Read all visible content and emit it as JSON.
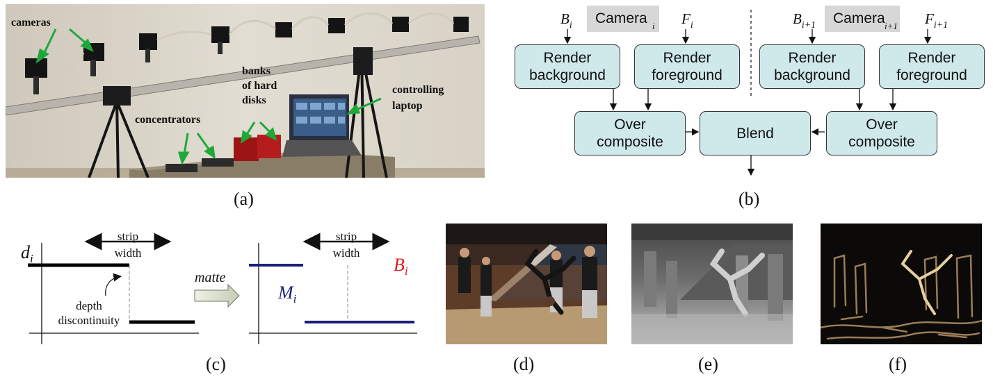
{
  "panel_a": {
    "labels": {
      "cameras": "cameras",
      "banks": "banks\nof hard\ndisks",
      "concentrators": "concentrators",
      "laptop": "controlling\nlaptop"
    },
    "caption": "(a)"
  },
  "panel_b": {
    "left": {
      "camera_label": "Camera",
      "camera_sub": "i",
      "b_sym": "B",
      "b_sub": "i",
      "f_sym": "F",
      "f_sub": "i",
      "render_bg": "Render\nbackground",
      "render_fg": "Render\nforeground",
      "over": "Over\ncomposite"
    },
    "right": {
      "camera_label": "Camera",
      "camera_sub": "i+1",
      "b_sym": "B",
      "b_sub": "i+1",
      "f_sym": "F",
      "f_sub": "i+1",
      "render_bg": "Render\nbackground",
      "render_fg": "Render\nforeground",
      "over": "Over\ncomposite"
    },
    "blend": "Blend",
    "caption": "(b)"
  },
  "panel_c": {
    "d_sym": "d",
    "d_sub": "i",
    "strip_width_1": "strip",
    "strip_width_2": "width",
    "depth_1": "depth",
    "depth_2": "discontinuity",
    "matte": "matte",
    "m_sym": "M",
    "m_sub": "i",
    "b_sym": "B",
    "b_sub": "i",
    "colors": {
      "matte_line": "#1a1f7a",
      "boundary": "#e01818"
    },
    "caption": "(c)"
  },
  "panel_d": {
    "caption": "(d)"
  },
  "panel_e": {
    "caption": "(e)"
  },
  "panel_f": {
    "caption": "(f)"
  }
}
